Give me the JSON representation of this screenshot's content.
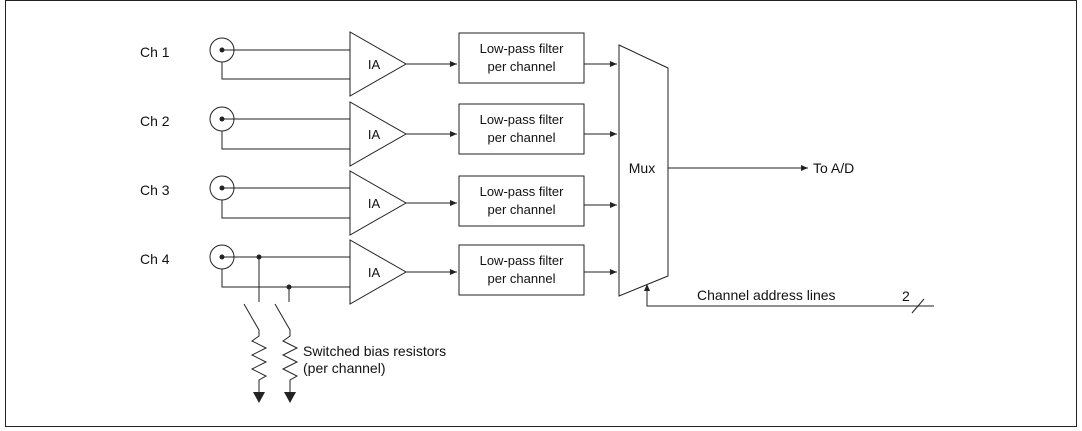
{
  "channels": [
    {
      "label": "Ch 1",
      "amp": "IA",
      "filter_line1": "Low-pass filter",
      "filter_line2": "per channel"
    },
    {
      "label": "Ch 2",
      "amp": "IA",
      "filter_line1": "Low-pass filter",
      "filter_line2": "per channel"
    },
    {
      "label": "Ch 3",
      "amp": "IA",
      "filter_line1": "Low-pass filter",
      "filter_line2": "per channel"
    },
    {
      "label": "Ch 4",
      "amp": "IA",
      "filter_line1": "Low-pass filter",
      "filter_line2": "per channel"
    }
  ],
  "mux_label": "Mux",
  "output_label": "To A/D",
  "address_label": "Channel address lines",
  "address_bus_width": "2",
  "bias_label_line1": "Switched bias resistors",
  "bias_label_line2": "(per channel)"
}
